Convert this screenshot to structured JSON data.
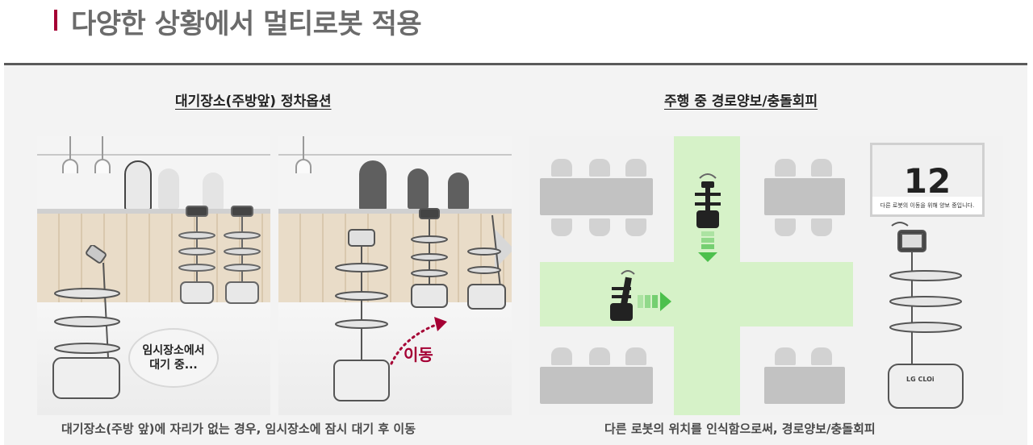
{
  "page": {
    "title": "다양한 상황에서 멀티로봇 적용",
    "accent_color": "#a50034"
  },
  "left_section": {
    "title": "대기장소(주방앞) 정차옵션",
    "speech_bubble_line1": "임시장소에서",
    "speech_bubble_line2": "대기 중...",
    "move_label": "이동",
    "caption": "대기장소(주방 앞)에 자리가 없는 경우, 임시장소에 잠시 대기 후 이동"
  },
  "right_section": {
    "title": "주행 중 경로양보/충돌회피",
    "display_number": "12",
    "display_message": "다른 로봇의 이동을 위해 양보 중입니다.",
    "robot_brand": "LG CLOi",
    "caption": "다른 로봇의 위치를 인식함으로써, 경로양보/충돌회피"
  },
  "colors": {
    "path_green": "#d6f2c8",
    "arrow_green": "#4cc04c",
    "move_arrow": "#a50034"
  }
}
